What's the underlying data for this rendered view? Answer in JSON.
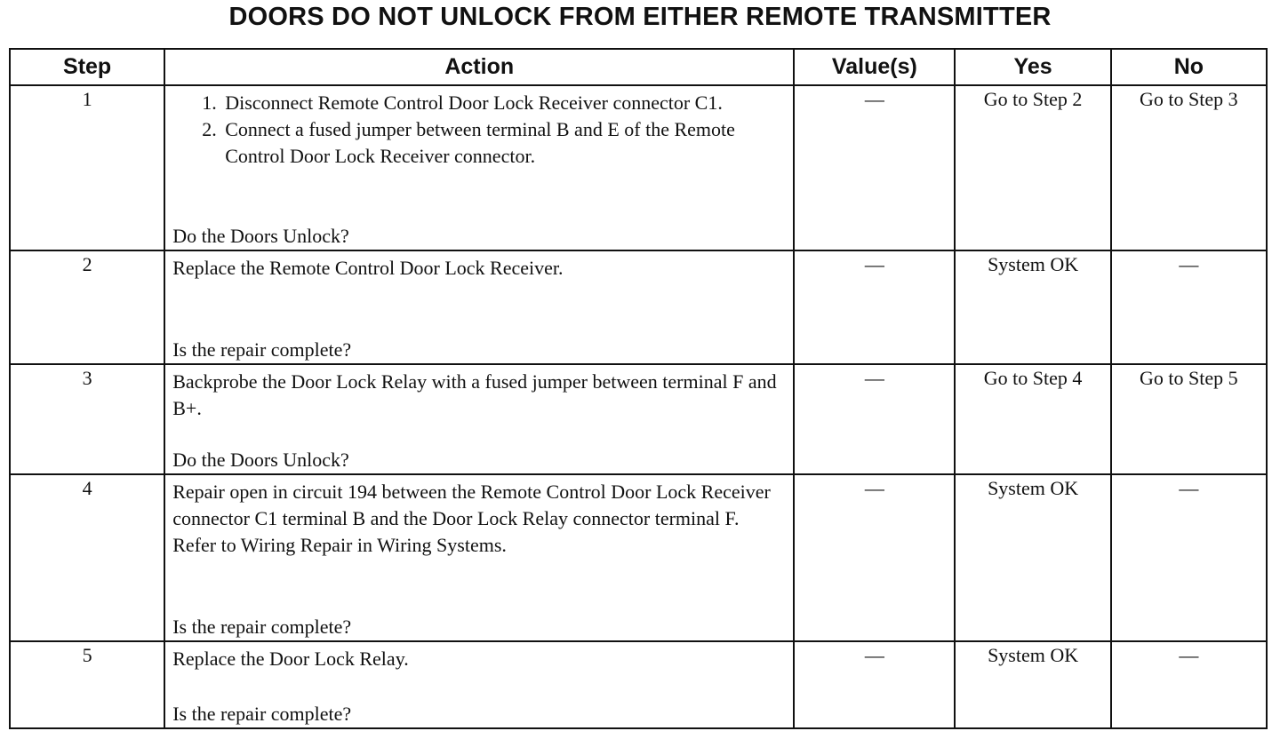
{
  "title": "DOORS DO NOT UNLOCK FROM EITHER REMOTE TRANSMITTER",
  "columns": {
    "step": "Step",
    "action": "Action",
    "values": "Value(s)",
    "yes": "Yes",
    "no": "No"
  },
  "rows": [
    {
      "step": "1",
      "substeps": [
        "Disconnect Remote Control Door Lock Receiver connector C1.",
        "Connect a fused jumper between terminal B and E of the Remote Control Door Lock Receiver connector."
      ],
      "question": "Do the Doors Unlock?",
      "values": "—",
      "yes": "Go to Step 2",
      "no": "Go to Step 3"
    },
    {
      "step": "2",
      "action": "Replace the Remote Control Door Lock Receiver.",
      "question": "Is the repair complete?",
      "values": "—",
      "yes": "System OK",
      "no": "—"
    },
    {
      "step": "3",
      "action": "Backprobe the Door Lock Relay with a fused jumper between terminal F and B+.",
      "question": "Do the Doors Unlock?",
      "values": "—",
      "yes": "Go to Step 4",
      "no": "Go to Step 5"
    },
    {
      "step": "4",
      "action": "Repair open in circuit 194 between the Remote Control Door Lock Receiver connector C1 terminal B and the Door Lock Relay connector terminal F. Refer to Wiring Repair in Wiring Systems.",
      "question": "Is the repair complete?",
      "values": "—",
      "yes": "System OK",
      "no": "—"
    },
    {
      "step": "5",
      "action": "Replace the Door Lock Relay.",
      "question": "Is the repair complete?",
      "values": "—",
      "yes": "System OK",
      "no": "—"
    }
  ]
}
